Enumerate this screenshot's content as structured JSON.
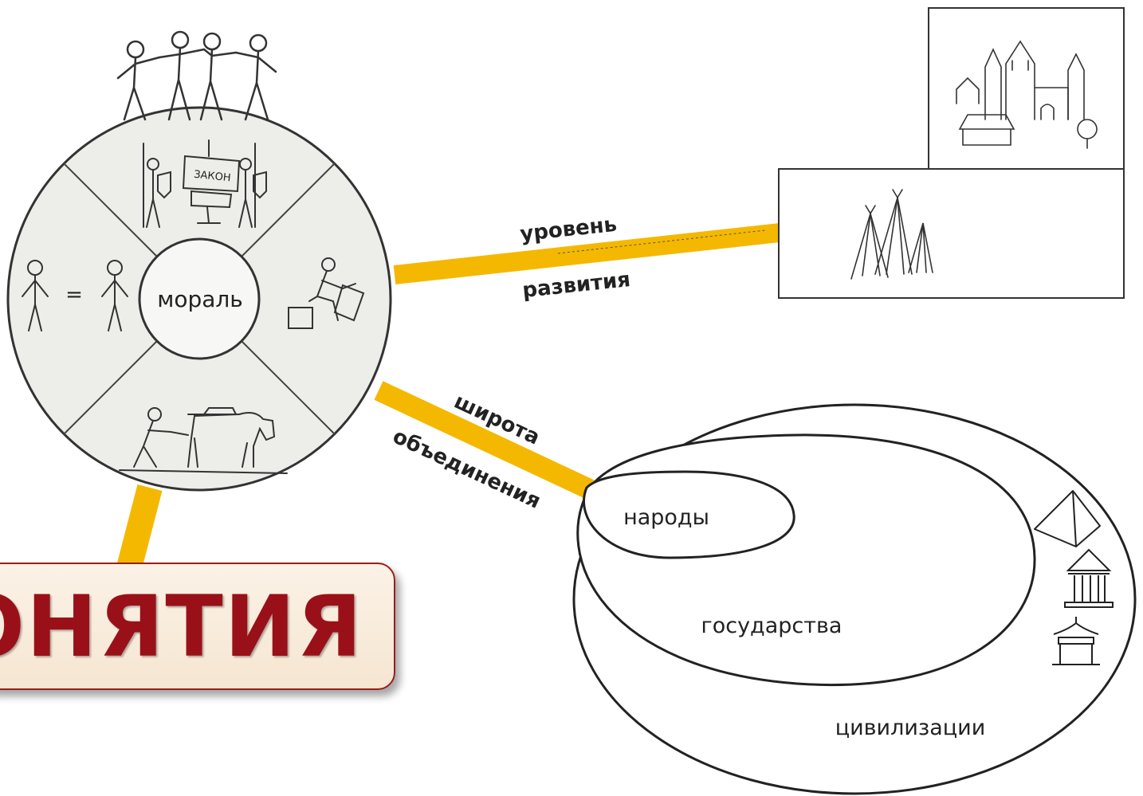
{
  "wheel": {
    "center_label": "мораль",
    "sector_images": [
      "people-holding-hands",
      "law-scroll-guards",
      "person-writing",
      "person-ploughing-with-horse",
      "equal-people"
    ],
    "law_scroll_text": "ЗАКОН",
    "equality_sign": "="
  },
  "connector_development": {
    "label_top": "уровень",
    "label_bottom": "развития"
  },
  "connector_union": {
    "label_top": "широта",
    "label_bottom": "объединения"
  },
  "development_box": {
    "images": [
      "castle-icon",
      "tipi-icon"
    ]
  },
  "nested_ellipses": {
    "inner_label": "народы",
    "middle_label": "государства",
    "outer_label": "цивилизации",
    "icons": [
      "pyramid-icon",
      "temple-icon",
      "pagoda-icon"
    ]
  },
  "title": {
    "text": "ОНЯТИЯ"
  },
  "colors": {
    "connector": "#f5b800",
    "title_text": "#9a1018",
    "title_border": "#9b1c1c",
    "panel_fill": "#ededea"
  }
}
